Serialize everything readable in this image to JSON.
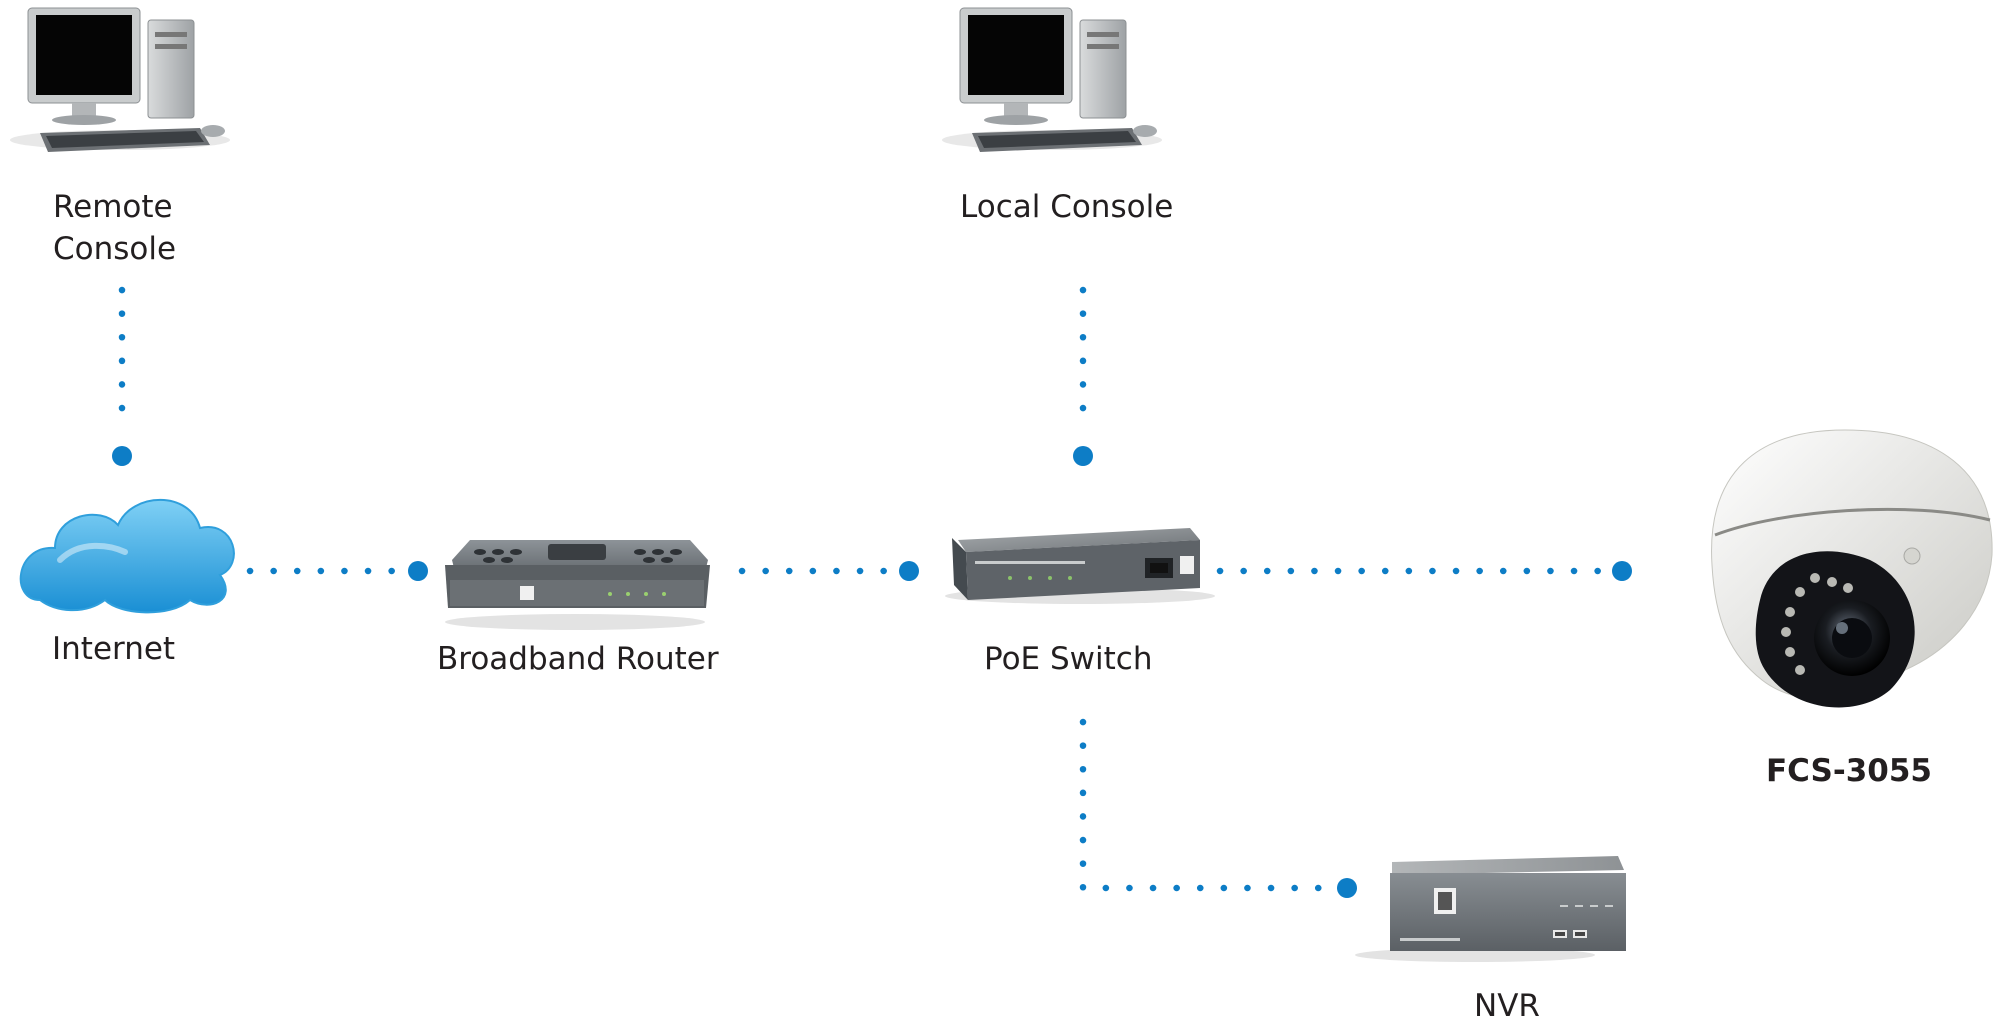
{
  "diagram": {
    "accent_color": "#0d7dc6",
    "nodes": {
      "remote_console": {
        "label_line1": "Remote",
        "label_line2": "Console",
        "icon": "desktop-computer-icon"
      },
      "local_console": {
        "label": "Local Console",
        "icon": "desktop-computer-icon"
      },
      "internet": {
        "label": "Internet",
        "icon": "cloud-icon"
      },
      "broadband_router": {
        "label": "Broadband Router",
        "icon": "router-icon"
      },
      "poe_switch": {
        "label": "PoE Switch",
        "icon": "network-switch-icon"
      },
      "camera": {
        "label": "FCS-3055",
        "icon": "dome-camera-icon"
      },
      "nvr": {
        "label": "NVR",
        "icon": "nvr-icon"
      }
    }
  }
}
